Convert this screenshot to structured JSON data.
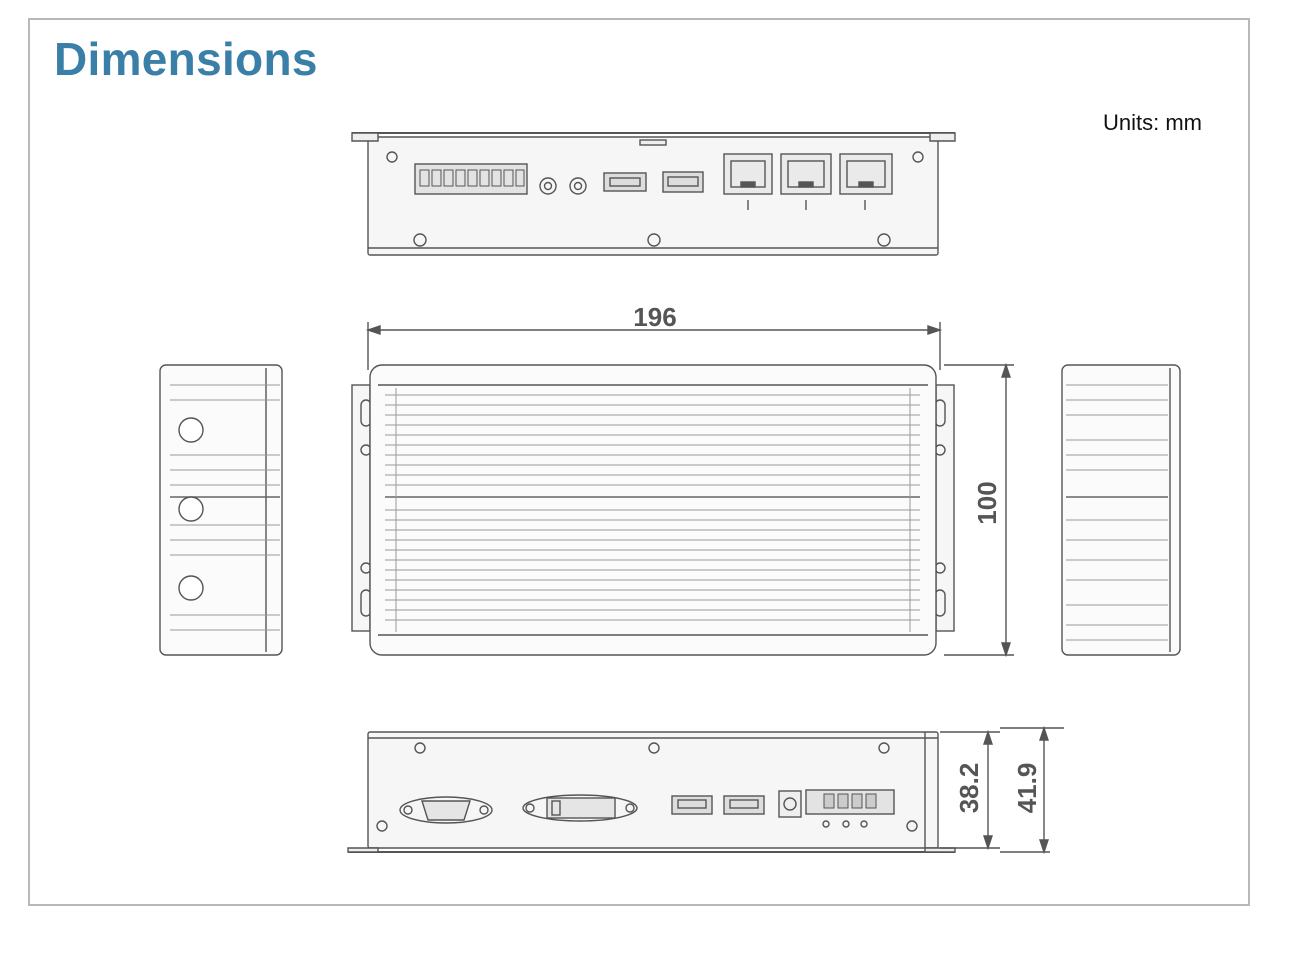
{
  "page": {
    "title": "Dimensions",
    "units_label": "Units: mm"
  },
  "drawing": {
    "width_dim": "196",
    "depth_dim": "100",
    "height_dim_body": "38.2",
    "height_dim_total": "41.9"
  },
  "colors": {
    "title": "#3a7fa8",
    "frame": "#b8b8b8",
    "line": "#555555",
    "fill": "#f4f4f4"
  }
}
